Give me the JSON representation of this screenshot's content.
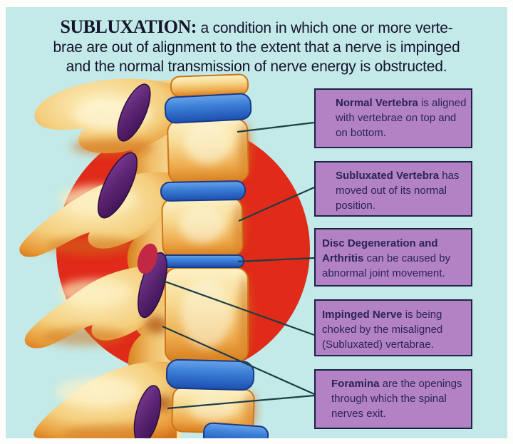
{
  "header": {
    "lead": "SUBLUXATION:",
    "line1_rest": " a condition in which one or more verte-",
    "line2": "brae are out of alignment to the extent that a nerve is impinged",
    "line3": "and the normal transmission of nerve energy is obstructed."
  },
  "callouts": [
    {
      "id": "normal-vertebra",
      "lead": "Normal Vertebra",
      "rest": " is aligned with vertebrae on top and on bottom."
    },
    {
      "id": "subluxated-vertebra",
      "lead": "Subluxated Vertebra",
      "rest": " has moved out of its normal position."
    },
    {
      "id": "disc-degeneration",
      "lead": "Disc Degeneration and Arthritis",
      "rest": " can be caused by abnormal joint movement."
    },
    {
      "id": "impinged-nerve",
      "lead": "Impinged Nerve",
      "rest": " is being choked by the misaligned (Subluxated) vertabrae."
    },
    {
      "id": "foramina",
      "lead": "Foramina",
      "rest": " are the openings through which the spinal nerves exit."
    }
  ],
  "palette": {
    "frame": "#fdfdfb",
    "background": "#c3e9e8",
    "header_text": "#14142c",
    "box_fill": "#b282c4",
    "box_border": "#1c2344",
    "box_text": "#2b2356",
    "circle_red": "#e02a1a",
    "disc_blue": "#3a7fd6",
    "nerve_purple": "#552167",
    "impinged_red": "#c22743",
    "bone_light": "#fdf2c8",
    "bone_dark": "#d0711a",
    "connector_line": "#1e3d46"
  }
}
